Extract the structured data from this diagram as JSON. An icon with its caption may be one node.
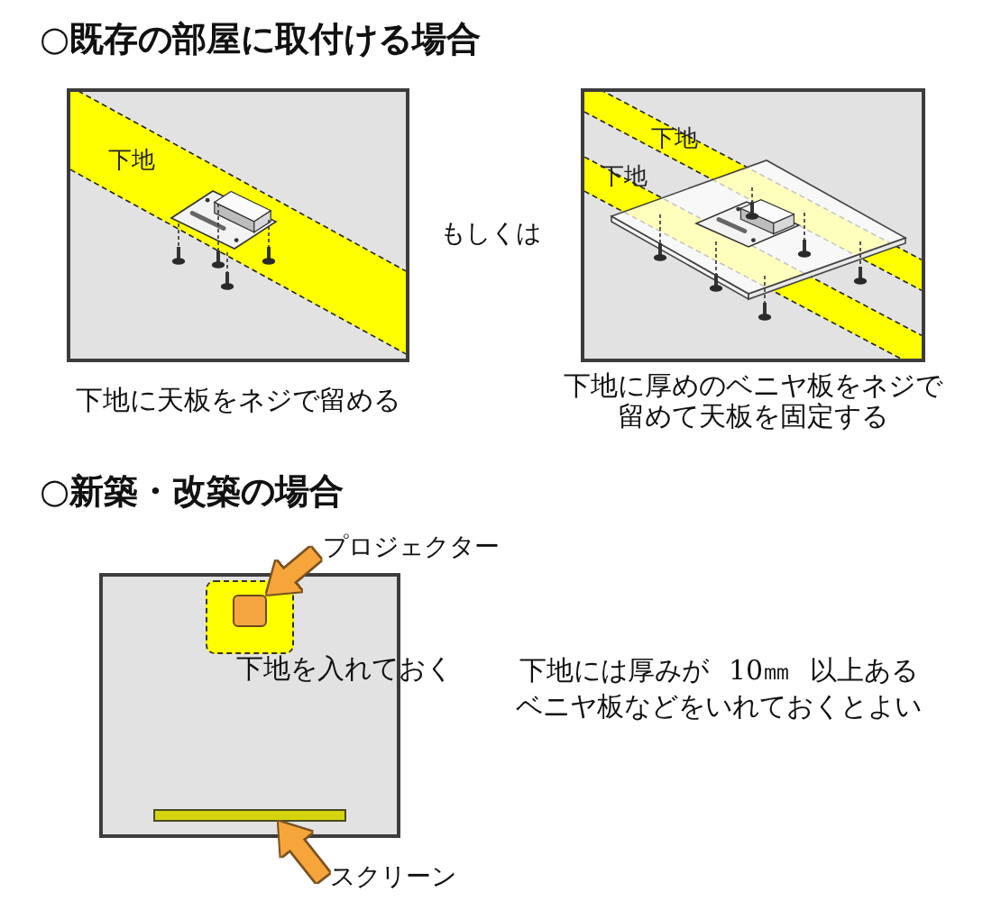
{
  "diagram": {
    "nodes": [
      {
        "text": [],
        "shape": "box",
        "beside": [
          "下地に天板をネジで留める"
        ]
      },
      {
        "text": [
          "下地"
        ],
        "in": 0
      },
      {
        "text": [],
        "shape": "box",
        "beside": [
          "下地に厚めのベニヤ板をネジで留めて天板を固定する"
        ]
      },
      {
        "text": [
          "下地"
        ],
        "in": 2
      },
      {
        "text": [
          "下地"
        ],
        "in": 2
      },
      {
        "text": [
          "プロジェクター"
        ]
      },
      {
        "text": [],
        "shape": "box"
      },
      {
        "text": [],
        "shape": "box",
        "in": 6,
        "beside": [
          "下地を入れておく"
        ]
      },
      {
        "text": [],
        "shape": "box",
        "in": 7
      },
      {
        "text": [],
        "shape": "bar",
        "in": 6
      },
      {
        "text": [
          "スクリーン"
        ]
      }
    ],
    "edges": [
      {
        "from": 5,
        "to": 8,
        "arrow": "to"
      },
      {
        "from": 10,
        "to": 9,
        "arrow": "to"
      }
    ],
    "labels": [
      "○既存の部屋に取付ける場合",
      "もしくは",
      "○新築・改築の場合",
      "下地には厚みが 10㎜ 以上あるベニヤ板などをいれておくとよい"
    ]
  }
}
